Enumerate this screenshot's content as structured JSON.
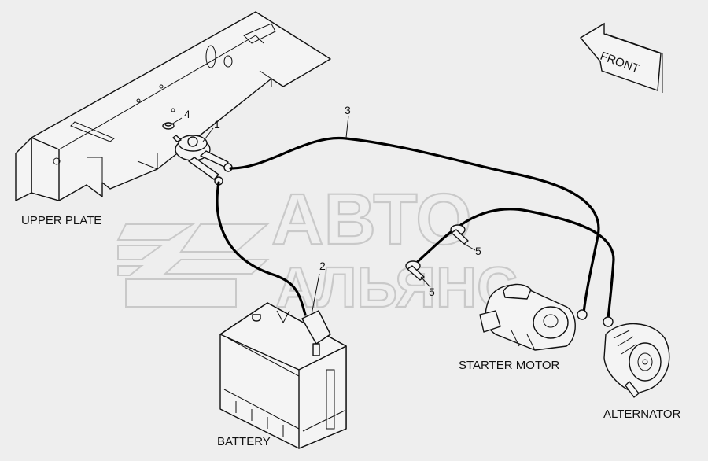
{
  "labels": {
    "upper_plate": "UPPER PLATE",
    "battery": "BATTERY",
    "starter_motor": "STARTER MOTOR",
    "alternator": "ALTERNATOR",
    "front": "FRONT"
  },
  "callouts": {
    "c1": "1",
    "c2": "2",
    "c3": "3",
    "c4": "4",
    "c5a": "5",
    "c5b": "5"
  },
  "watermark": {
    "line1": "АВТО",
    "line2": "АЛЬЯНС"
  }
}
